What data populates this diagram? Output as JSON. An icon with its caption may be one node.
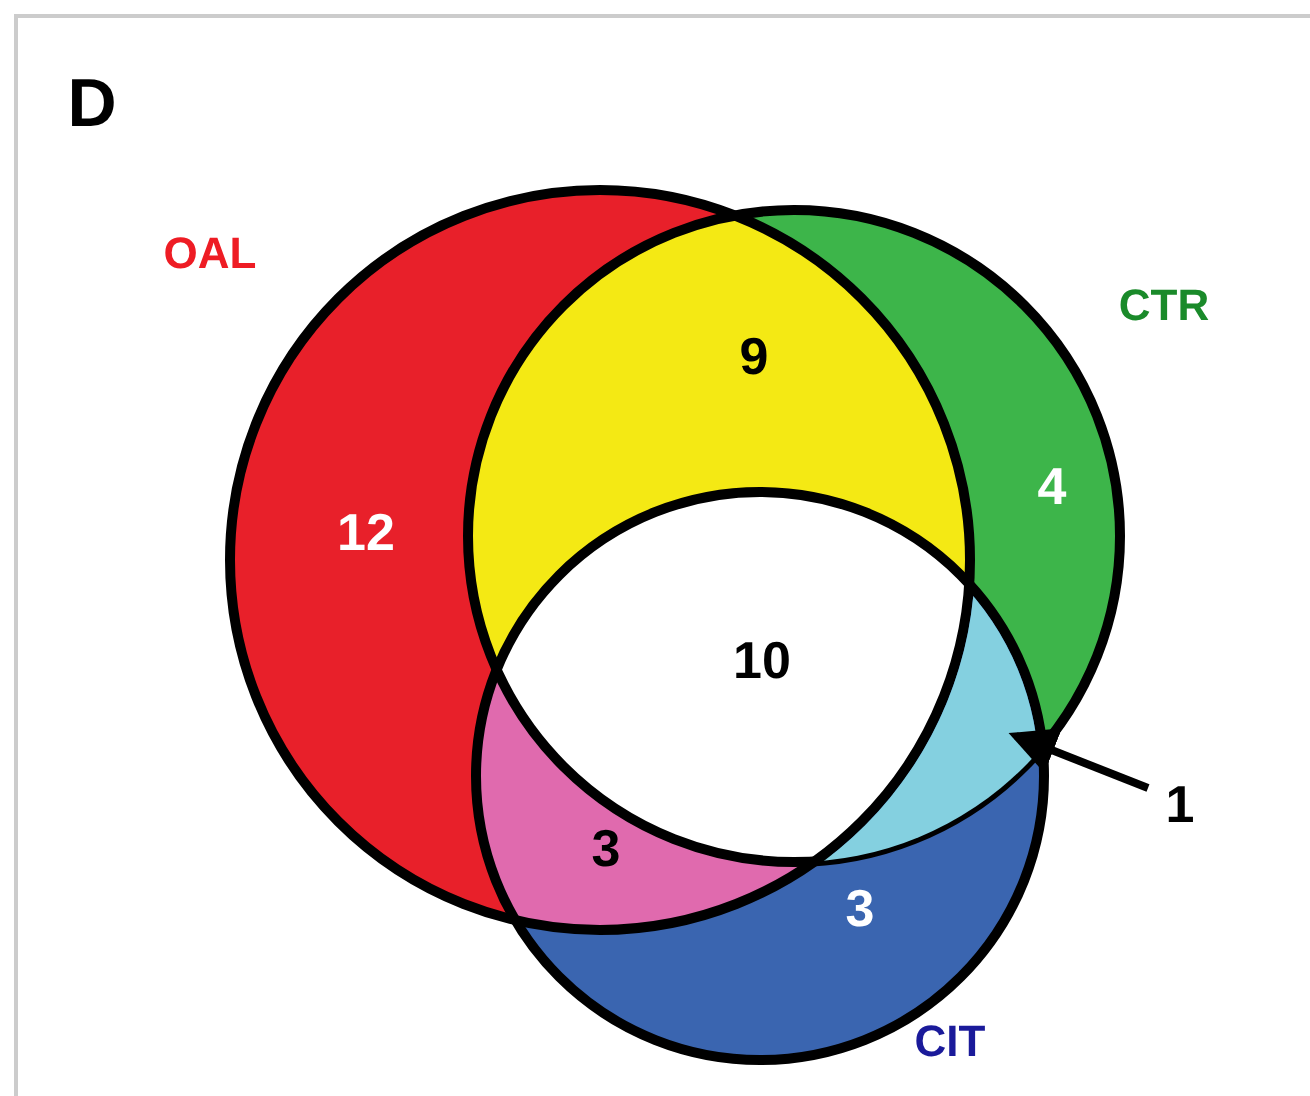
{
  "diagram": {
    "nodes": [
      {
        "text": [
          "1"
        ]
      },
      {
        "text": [],
        "shape": "region"
      }
    ],
    "edges": [
      {
        "from": 0,
        "to": 1,
        "arrow": "to"
      }
    ],
    "labels": [
      "D",
      "OAL",
      "CTR",
      "9",
      "12",
      "4",
      "10",
      "3",
      "3",
      "CIT"
    ]
  }
}
